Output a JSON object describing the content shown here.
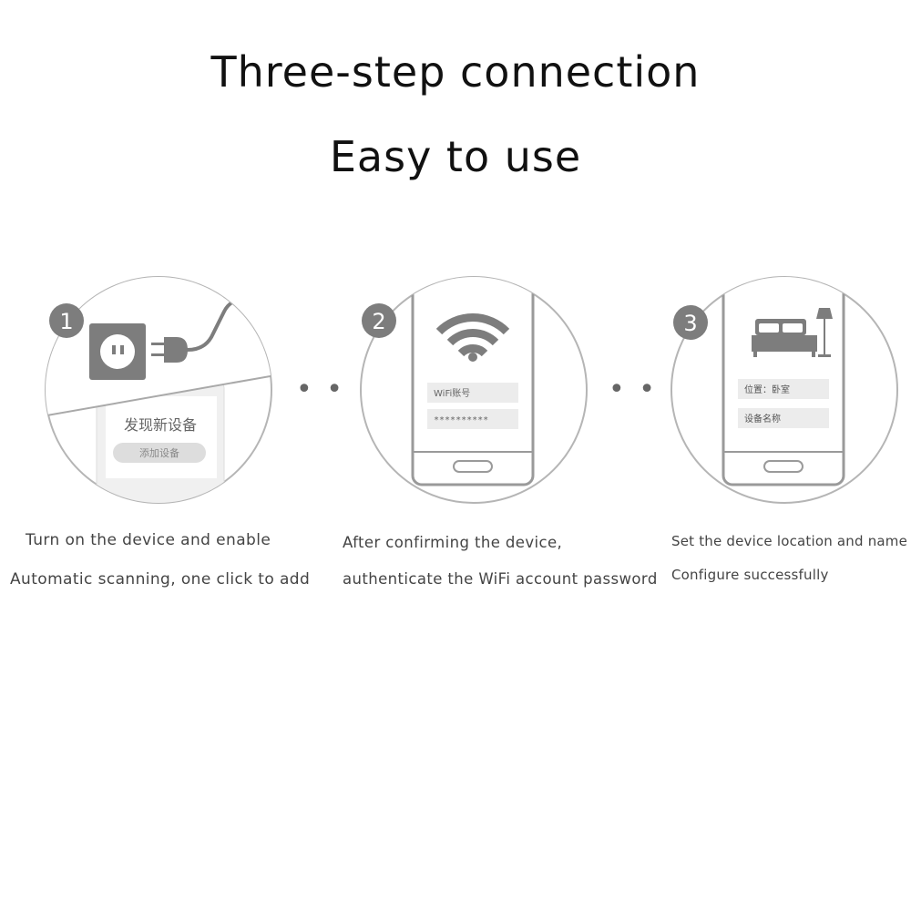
{
  "headline": "Three-step connection",
  "subheadline": "Easy to use",
  "separator": "• • •",
  "steps": [
    {
      "number": "1",
      "icon": "power-socket-icon",
      "screen_title": "发现新设备",
      "screen_button": "添加设备",
      "caption_line1": "Turn on the device and enable",
      "caption_line2": "Automatic scanning, one click to add"
    },
    {
      "number": "2",
      "icon": "wifi-icon",
      "field1": "WiFi账号",
      "field2": "**********",
      "caption_line1": "After confirming the device,",
      "caption_line2": "authenticate the WiFi account password"
    },
    {
      "number": "3",
      "icon": "bed-icon",
      "field1": "位置：卧室",
      "field2": "设备名称",
      "caption_line1": "Set the device location and name",
      "caption_line2": "Configure successfully"
    }
  ],
  "colors": {
    "icon_gray": "#7d7d7d",
    "outline_gray": "#b5b5b5",
    "field_fill": "#ececec"
  }
}
